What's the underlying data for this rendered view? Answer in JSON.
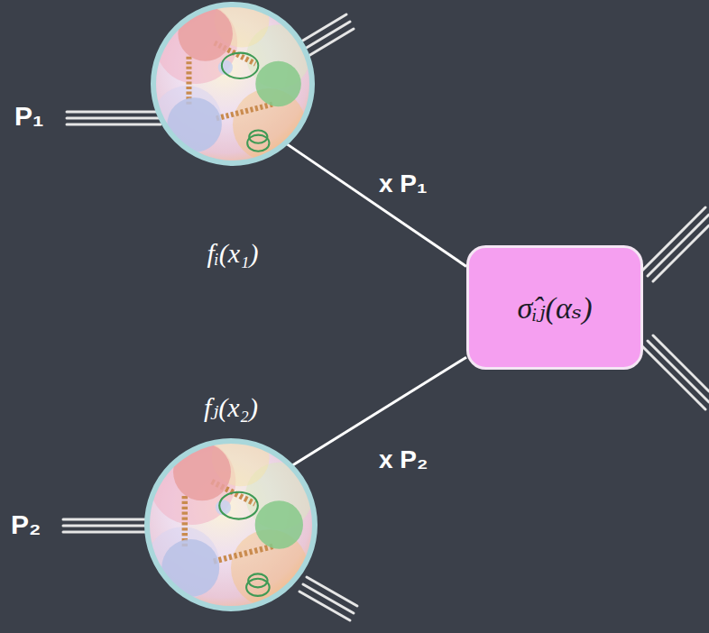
{
  "diagram": {
    "nodes": [
      {
        "text": [
          "fᵢ(x₁)"
        ]
      },
      {
        "text": [
          "fⱼ(x₂)"
        ]
      },
      {
        "text": [
          "σ̂ᵢⱼ(αₛ)"
        ]
      }
    ],
    "edges": [
      {
        "from": 0,
        "to": 2,
        "arrow": "none",
        "label": "x P₁"
      },
      {
        "from": 1,
        "to": 2,
        "arrow": "none",
        "label": "x P₂"
      }
    ],
    "labels": [
      "P₁",
      "P₂"
    ]
  }
}
